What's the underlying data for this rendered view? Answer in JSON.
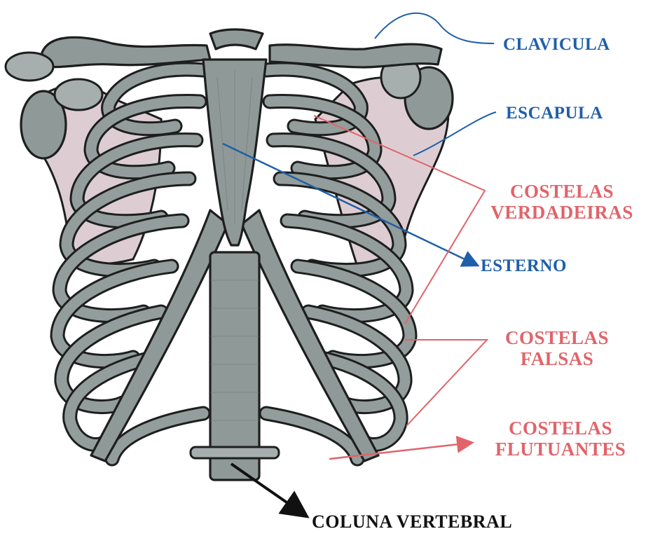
{
  "labels": {
    "clavicula": "CLAVICULA",
    "escapula": "ESCAPULA",
    "costelas_verdadeiras_1": "COSTELAS",
    "costelas_verdadeiras_2": "VERDADEIRAS",
    "esterno": "ESTERNO",
    "costelas_falsas_1": "COSTELAS",
    "costelas_falsas_2": "FALSAS",
    "costelas_flutuantes_1": "COSTELAS",
    "costelas_flutuantes_2": "FLUTUANTES",
    "coluna_vertebral": "COLUNA VERTEBRAL"
  },
  "colors": {
    "blue_labels": "#1f5fa8",
    "red_labels": "#e0646a",
    "black_labels": "#111111",
    "bone_fill": "#8f9997",
    "scapula_fill": "#ddcdd2"
  }
}
